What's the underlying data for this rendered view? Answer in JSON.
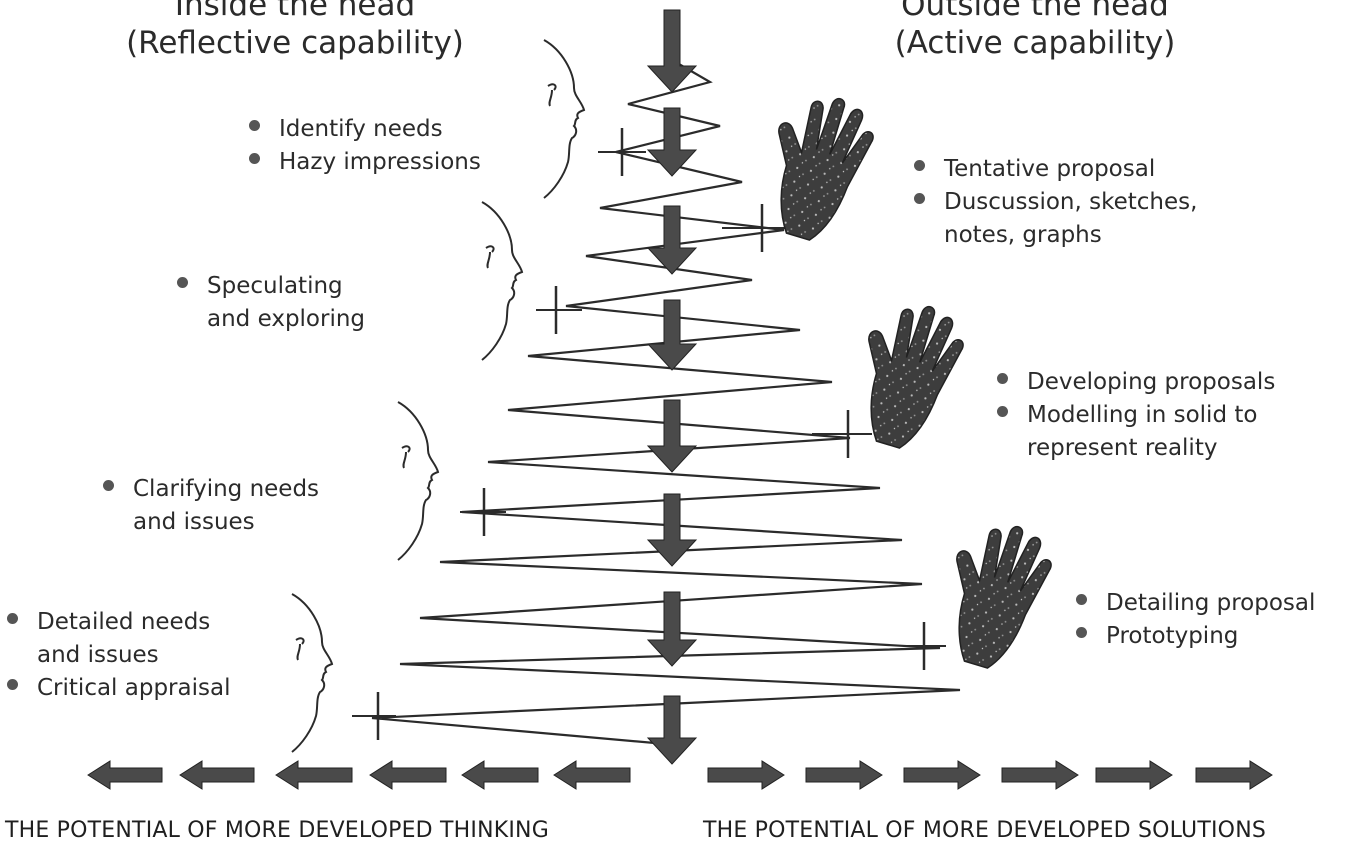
{
  "headings": {
    "left": {
      "line1": "Inside the head",
      "line2": "(Reflective capability)"
    },
    "right": {
      "line1": "Outside the head",
      "line2": "(Active capability)"
    }
  },
  "left_notes": [
    {
      "items": [
        "Identify needs",
        "Hazy impressions"
      ]
    },
    {
      "items": [
        "Speculating",
        "and exploring"
      ],
      "bullet_first_only": true
    },
    {
      "items": [
        "Clarifying needs",
        "and issues"
      ],
      "bullet_first_only": true
    },
    {
      "items": [
        "Detailed needs",
        "and issues",
        "Critical appraisal"
      ],
      "bullets": [
        true,
        false,
        true
      ]
    }
  ],
  "right_notes": [
    {
      "items": [
        "Tentative proposal",
        "Duscussion, sketches,",
        "notes, graphs"
      ],
      "bullets": [
        true,
        true,
        false
      ]
    },
    {
      "items": [
        "Developing proposals",
        "Modelling in solid to",
        "represent reality"
      ],
      "bullets": [
        true,
        true,
        false
      ]
    },
    {
      "items": [
        "Detailing proposal",
        "Prototyping"
      ],
      "bullets": [
        true,
        true
      ]
    }
  ],
  "captions": {
    "left": "THE POTENTIAL OF MORE DEVELOPED THINKING",
    "right": "THE POTENTIAL OF MORE DEVELOPED SOLUTIONS"
  },
  "icons": {
    "face": "face-profile-icon",
    "hand": "hand-icon",
    "arrow": "arrow-icon"
  },
  "colors": {
    "ink": "#2b2b2b",
    "arrow_fill": "#4a4a4a"
  }
}
